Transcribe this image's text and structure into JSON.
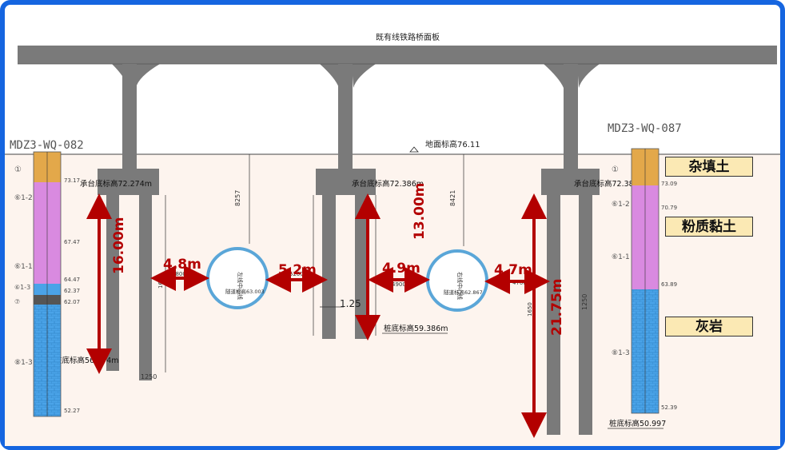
{
  "deck_label": "既有线铁路桥面板",
  "ground_level": "地面标高76.11",
  "boreholes": {
    "left": {
      "id": "MDZ3-WQ-082",
      "elevations": [
        "73.17",
        "67.47",
        "64.47",
        "62.37",
        "62.07",
        "52.27"
      ],
      "layer_codes": [
        "①",
        "⑥1-2",
        "⑥1-1",
        "⑥1-3",
        "⑦",
        "⑧1-3"
      ]
    },
    "right": {
      "id": "MDZ3-WQ-087",
      "elevations": [
        "73.09",
        "70.79",
        "63.89",
        "52.39"
      ],
      "layer_codes": [
        "①",
        "⑥1-2",
        "⑥1-1",
        "⑧1-3"
      ]
    }
  },
  "cap_bottoms": [
    "承台底标高72.274m",
    "承台底标高72.386m",
    "承台底标高72.386m"
  ],
  "pile_bottoms": [
    "桩底标高56.274m",
    "桩底标高59.386m",
    "桩底标高50.997"
  ],
  "tunnels": {
    "left": {
      "text": "左线中心线",
      "elev": "隧道标高63.003"
    },
    "right": {
      "text": "右线中心线",
      "elev": "隧道标高62.867"
    }
  },
  "dims": {
    "h1": "16.00m",
    "h2": "13.00m",
    "h3": "21.75m",
    "c1": "4.8m",
    "c2": "5.2m",
    "c3": "4.9m",
    "c4": "4.7m",
    "note_slope": "1.25",
    "small": [
      "8257",
      "8421",
      "1250",
      "1250",
      "4800",
      "5200",
      "4900",
      "4700",
      "1600",
      "1650"
    ]
  },
  "legend": [
    "杂填土",
    "粉质黏土",
    "灰岩"
  ],
  "colors": {
    "frame": "#1565e0",
    "concrete": "#7a7a7a",
    "arrow": "#b30000",
    "tunnel": "#5aa6d8",
    "fill": "#e3a84a",
    "clay": "#d98ae0",
    "rock": "#4aa3e8",
    "label_bg": "#fbe9b4"
  }
}
